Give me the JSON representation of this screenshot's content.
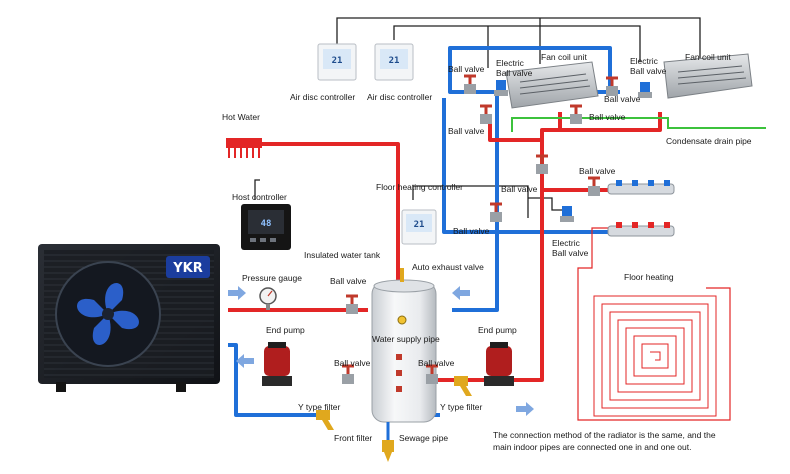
{
  "colors": {
    "hot_pipe": "#e32626",
    "cold_pipe": "#1f6fd8",
    "signal_wire": "#222222",
    "drain_pipe": "#3cc23c",
    "valve_handle": "#c0392b",
    "pump_body": "#b01e1e",
    "filter_brass": "#e0a81e"
  },
  "labels": {
    "air_disc_controller_1": "Air disc controller",
    "air_disc_controller_2": "Air disc controller",
    "ball_valve_fc1_top": "Ball valve",
    "electric_ball_valve_fc1_l1": "Electric",
    "electric_ball_valve_fc1_l2": "Ball valve",
    "fan_coil_unit_1": "Fan coil unit",
    "electric_ball_valve_fc2_l1": "Electric",
    "electric_ball_valve_fc2_l2": "Ball valve",
    "fan_coil_unit_2": "Fan coil unit",
    "ball_valve_fc1_bottom": "Ball valve",
    "ball_valve_fc2_bottom": "Ball valve",
    "ball_valve_fc2_top": "Ball valve",
    "condensate_drain_pipe": "Condensate drain pipe",
    "hot_water": "Hot Water",
    "floor_heating_controller": "Floor heating controller",
    "ball_valve_riser": "Ball valve",
    "ball_valve_manifold": "Ball valve",
    "host_controller": "Host controller",
    "ball_valve_mid": "Ball valve",
    "electric_ball_valve_floor_l1": "Electric",
    "electric_ball_valve_floor_l2": "Ball valve",
    "insulated_water_tank": "Insulated water tank",
    "auto_exhaust_valve": "Auto exhaust valve",
    "pressure_gauge": "Pressure gauge",
    "ball_valve_tank_top": "Ball valve",
    "floor_heating": "Floor heating",
    "end_pump_left": "End pump",
    "water_supply_pipe": "Water supply pipe",
    "end_pump_right": "End pump",
    "ball_valve_left_lower": "Ball valve",
    "ball_valve_right_lower": "Ball valve",
    "y_filter_left": "Y type filter",
    "y_filter_right": "Y type filter",
    "front_filter": "Front filter",
    "sewage_pipe": "Sewage pipe",
    "radiator_note_l1": "The connection method of the radiator is the same, and the",
    "radiator_note_l2": "main indoor pipes are connected one in and one out."
  },
  "brand": {
    "logo_text": "YKR"
  },
  "displays": {
    "air_controller_1": "21",
    "air_controller_2": "21",
    "floor_controller": "21",
    "host_controller": "48"
  }
}
